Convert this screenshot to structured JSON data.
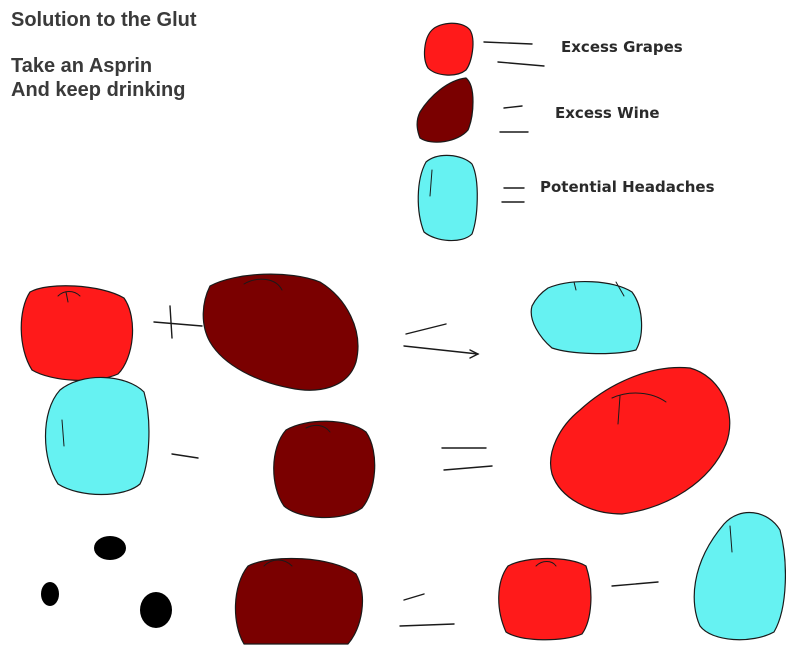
{
  "heading": {
    "title": "Solution to the Glut",
    "line1": "Take an Asprin",
    "line2": "And keep drinking"
  },
  "legend": [
    {
      "label": "Excess Grapes",
      "color": "#ff1a1a",
      "meaning": "grape"
    },
    {
      "label": "Excess Wine",
      "color": "#7a0000",
      "meaning": "wine"
    },
    {
      "label": "Potential Headaches",
      "color": "#66f2f2",
      "meaning": "headache"
    }
  ],
  "operators": {
    "plus": "+",
    "minus": "−",
    "equals": "="
  },
  "colors": {
    "grape": "#ff1a1a",
    "wine": "#7a0000",
    "headache": "#66f2f2",
    "aspirin": "#000000",
    "outline": "#1a1a1a"
  }
}
